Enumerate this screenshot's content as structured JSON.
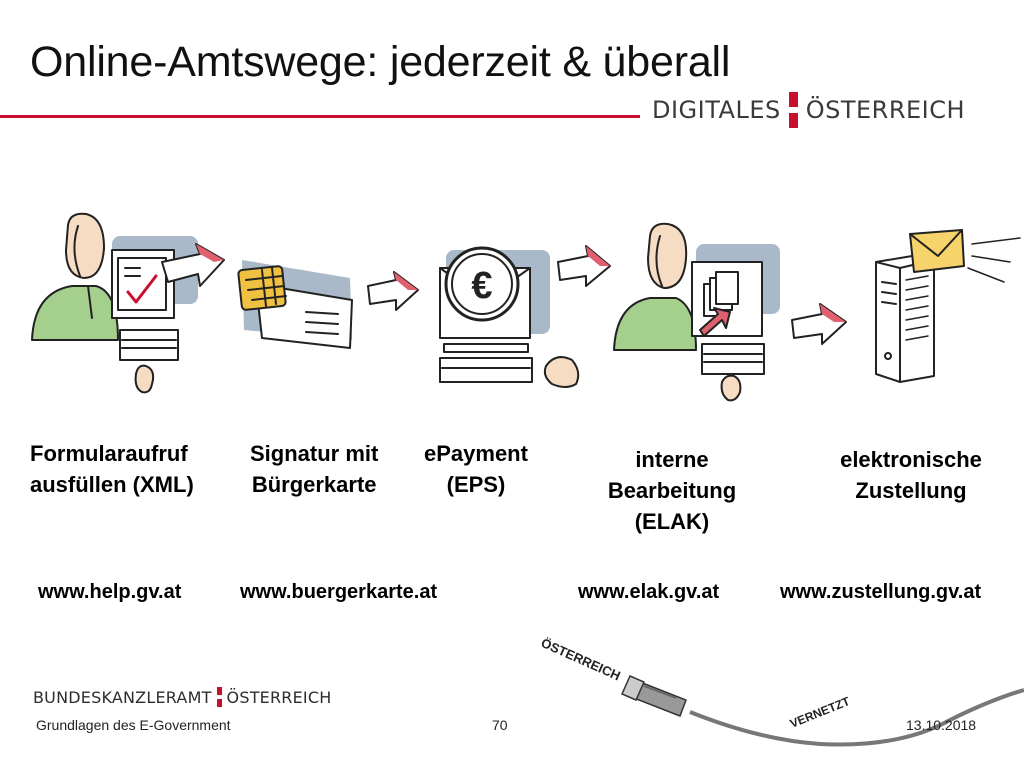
{
  "slide": {
    "title": "Online-Amtswege: jederzeit & überall",
    "logo_top": {
      "left_word": "DIGITALES",
      "right_word": "ÖSTERREICH"
    },
    "steps": [
      {
        "lines": [
          "Formularaufruf",
          "ausfüllen (XML)"
        ]
      },
      {
        "lines": [
          "Signatur mit",
          "Bürgerkarte"
        ]
      },
      {
        "lines": [
          "ePayment",
          "(EPS)"
        ]
      },
      {
        "lines": [
          "interne",
          "Bearbeitung",
          "(ELAK)"
        ]
      },
      {
        "lines": [
          "elektronische",
          "Zustellung"
        ]
      }
    ],
    "urls": [
      "www.help.gv.at",
      "www.buergerkarte.at",
      "www.elak.gv.at",
      "www.zustellung.gv.at"
    ],
    "payment_symbol": "€",
    "cable_labels": {
      "top": "ÖSTERREICH",
      "bottom": "VERNETZT"
    },
    "logo_bottom": {
      "left_word": "BUNDESKANZLERAMT",
      "right_word": "ÖSTERREICH"
    },
    "footer": {
      "left": "Grundlagen des E-Government",
      "page": "70",
      "date": "13.10.2018"
    },
    "colors": {
      "accent_red": "#c8102e",
      "person_green": "#a4cf8c",
      "skin": "#f5dcc3",
      "panel_blue": "#a9b9c9",
      "envelope_yellow": "#f6d36b",
      "card_chip": "#f0c040"
    }
  }
}
